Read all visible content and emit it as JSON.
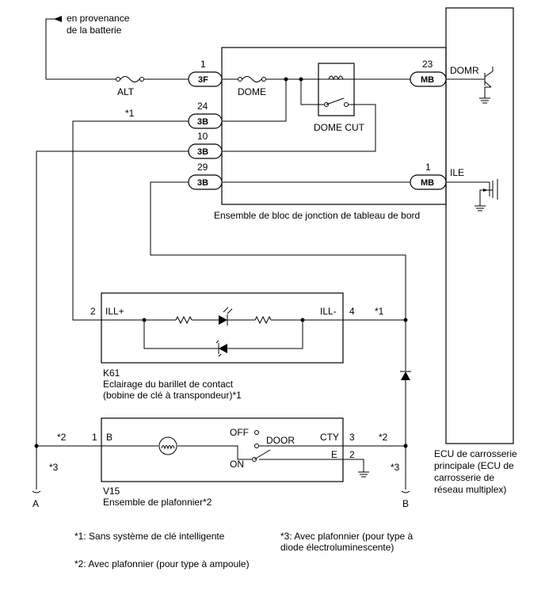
{
  "battery_label": [
    "en provenance",
    "de la batterie"
  ],
  "fuses": {
    "alt": "ALT",
    "dome": "DOME"
  },
  "relay_label": "DOME CUT",
  "connectors": [
    {
      "pin": "1",
      "code": "3F"
    },
    {
      "pin": "24",
      "code": "3B"
    },
    {
      "pin": "10",
      "code": "3B"
    },
    {
      "pin": "29",
      "code": "3B"
    },
    {
      "pin": "23",
      "code": "MB"
    },
    {
      "pin": "1",
      "code": "MB"
    }
  ],
  "ecu_pins": {
    "domr": "DOMR",
    "ile": "ILE"
  },
  "jb_label": "Ensemble de bloc de jonction de tableau de bord",
  "ecu_label": [
    "ECU de carrosserie",
    "principale (ECU de",
    "carrosserie de",
    "réseau multiplex)"
  ],
  "k61": {
    "pin_left": "2",
    "term_left": "ILL+",
    "pin_right": "4",
    "term_right": "ILL-",
    "code": "K61",
    "name": [
      "Eclairage du barillet de contact",
      "(bobine de clé à transpondeur)*1"
    ]
  },
  "v15": {
    "pin_b": "1",
    "term_b": "B",
    "off": "OFF",
    "door": "DOOR",
    "on": "ON",
    "term_cty": "CTY",
    "pin_cty": "3",
    "term_e": "E",
    "pin_e": "2",
    "code": "V15",
    "name": "Ensemble de plafonnier*2"
  },
  "marks": {
    "m1": "*1",
    "m2": "*2",
    "m3": "*3"
  },
  "ends": {
    "a": "A",
    "b": "B"
  },
  "notes": {
    "n1": "*1: Sans système de clé intelligente",
    "n2": "*2: Avec plafonnier (pour type à ampoule)",
    "n3": [
      "*3: Avec plafonnier (pour type à",
      "diode électroluminescente)"
    ]
  }
}
